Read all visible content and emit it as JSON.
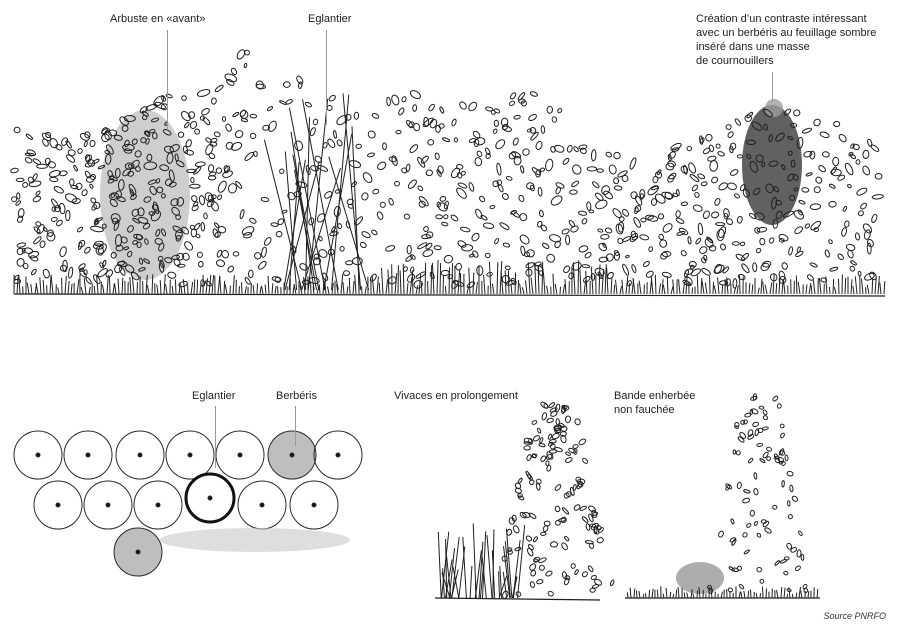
{
  "top_section": {
    "label_arbuste": "Arbuste en «avant»",
    "label_eglantier": "Eglantier",
    "label_creation": [
      "Création d’un contraste intéressant",
      "avec un berbéris au feuillage sombre",
      "inséré dans une masse",
      "de cournouillers"
    ]
  },
  "bottom_section": {
    "label_eglantier": "Eglantier",
    "label_berberis": "Berbéris",
    "label_vivaces": "Vivaces en prolongement",
    "label_bande": [
      "Bande enherbée",
      "non fauchée"
    ]
  },
  "source": "Source PNRFO",
  "colors": {
    "ink": "#1f1f1f",
    "shade": "#9e9e9e",
    "leader": "#9a9a9a"
  }
}
